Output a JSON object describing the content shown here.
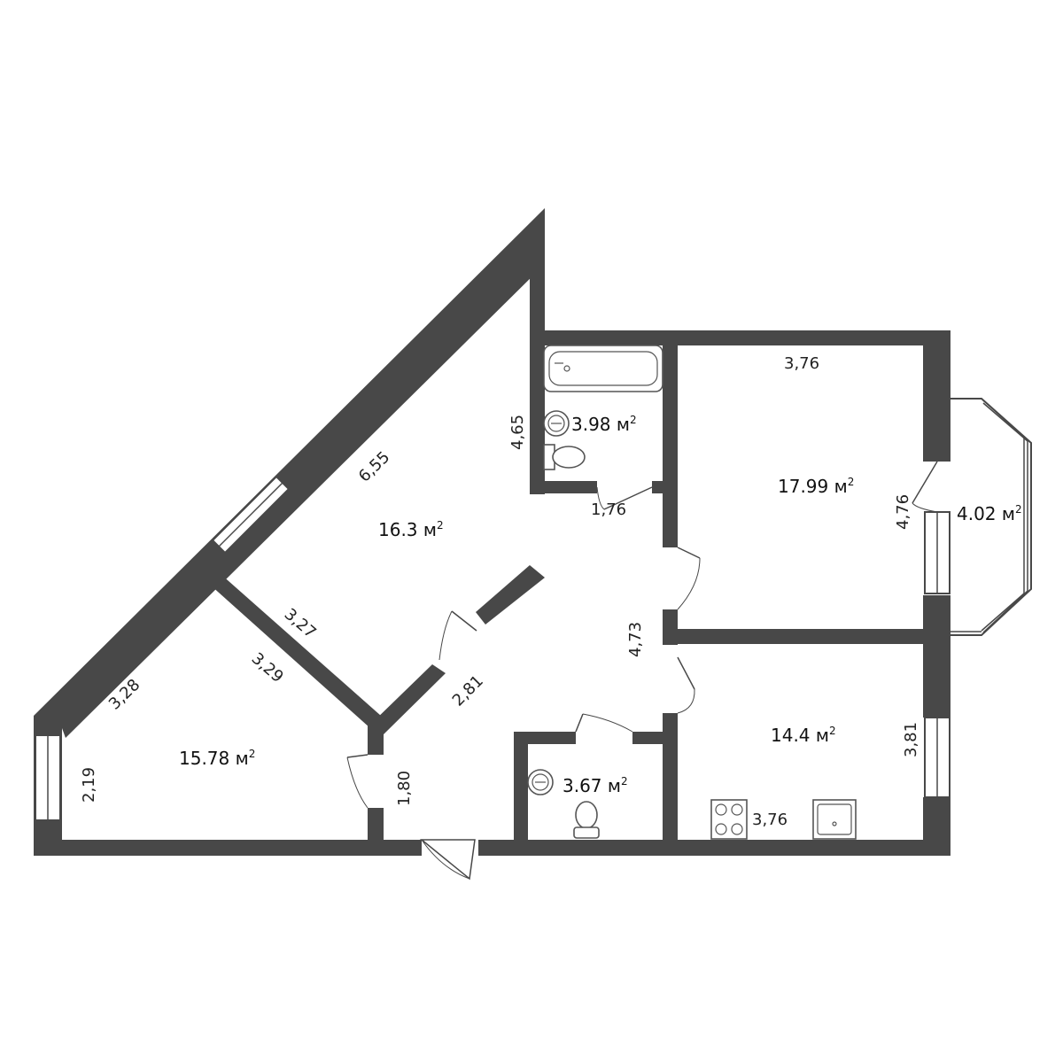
{
  "rooms": [
    {
      "id": "living-room",
      "area": "16.3 м",
      "sup": "2"
    },
    {
      "id": "bedroom-left",
      "area": "15.78 м",
      "sup": "2"
    },
    {
      "id": "bedroom-right",
      "area": "17.99 м",
      "sup": "2"
    },
    {
      "id": "kitchen",
      "area": "14.4 м",
      "sup": "2"
    },
    {
      "id": "bathroom",
      "area": "3.98 м",
      "sup": "2"
    },
    {
      "id": "toilet",
      "area": "3.67 м",
      "sup": "2"
    },
    {
      "id": "balcony",
      "area": "4.02 м",
      "sup": "2"
    }
  ],
  "dimensions": {
    "living_diagonal": "6,55",
    "living_right": "4,65",
    "living_partition": "3,27",
    "bedroom_left_diagonal": "3,28",
    "bedroom_left_partition": "3,29",
    "bedroom_left_window": "2,19",
    "hall_diagonal": "2,81",
    "hall_bath_door": "1,76",
    "hall_right": "4,73",
    "hall_entrance": "1,80",
    "bedroom_right_top": "3,76",
    "bedroom_right_side": "4,76",
    "kitchen_side": "3,81",
    "kitchen_bottom": "3,76"
  }
}
